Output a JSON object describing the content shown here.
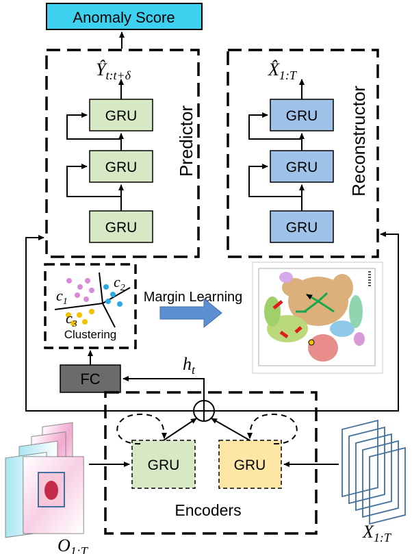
{
  "anomaly_score": "Anomaly Score",
  "predictor": {
    "label": "Predictor",
    "output": "Ŷ",
    "output_sub": "t:t+δ",
    "gru_top": "GRU",
    "gru_mid": "GRU",
    "gru_bottom": "GRU"
  },
  "reconstructor": {
    "label": "Reconstructor",
    "output": "X̂",
    "output_sub": "1:T",
    "gru_top": "GRU",
    "gru_mid": "GRU",
    "gru_bottom": "GRU"
  },
  "clustering": {
    "label": "Clustering",
    "c1": "c",
    "c1_sub": "1",
    "c2": "c",
    "c2_sub": "2",
    "c3": "c",
    "c3_sub": "3"
  },
  "margin_learning": "Margin Learning",
  "fc": "FC",
  "hidden": "h",
  "hidden_sub": "t",
  "encoders": {
    "label": "Encoders",
    "gru_left": "GRU",
    "gru_right": "GRU"
  },
  "input_o": "O",
  "input_o_sub": "1:T",
  "input_x": "X",
  "input_x_sub": "1:T",
  "colors": {
    "anomaly_fill": "#3dd1f0",
    "predictor_gru": "#d6e8c4",
    "reconstructor_gru": "#9fc3e8",
    "encoder_left_gru": "#d6e8c4",
    "encoder_right_gru": "#fde6a6",
    "fc_fill": "#6b6b6b",
    "margin_arrow": "#5b8fd0",
    "cluster_pink": "#d98ad6",
    "cluster_blue": "#2aa9e8",
    "cluster_yellow": "#f2c200"
  }
}
